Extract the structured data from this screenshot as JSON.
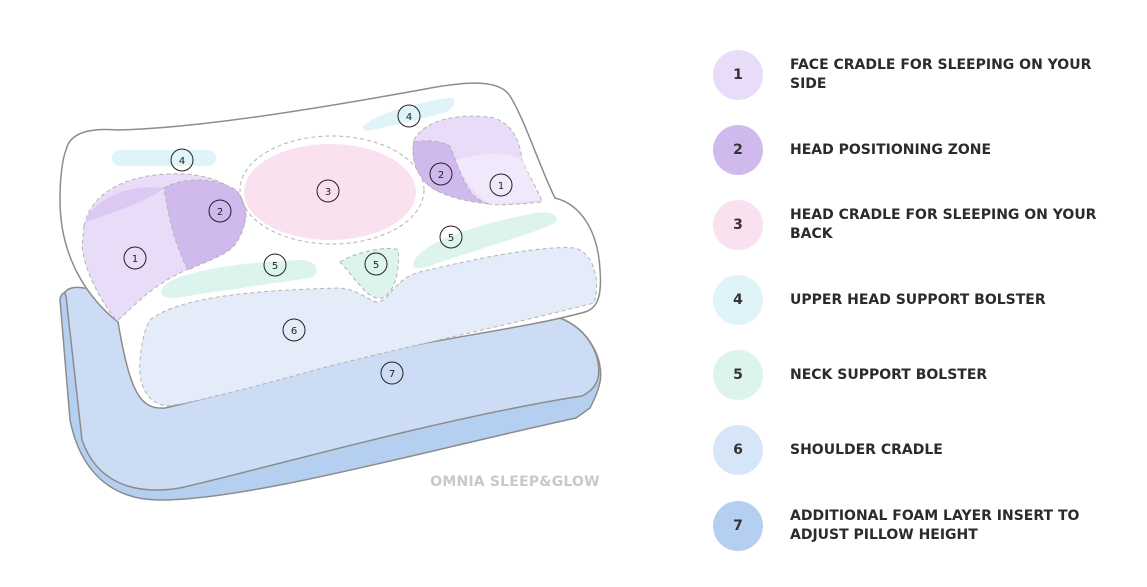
{
  "brand": "OMNIA SLEEP&GLOW",
  "colors": {
    "zone1": "#e9dcf8",
    "zone2": "#d0b9ec",
    "zone3": "#fae1ef",
    "zone4": "#dff3f9",
    "zone5": "#ddf4ee",
    "zone6": "#d6e5f7",
    "zone7": "#b5cff0",
    "outline": "#8c8c8c",
    "brand_text": "#c9c9cc"
  },
  "diagram_markers": [
    "1",
    "2",
    "3",
    "4",
    "5",
    "6",
    "7"
  ],
  "legend": [
    {
      "number": "1",
      "label": "FACE CRADLE FOR SLEEPING ON YOUR SIDE"
    },
    {
      "number": "2",
      "label": "HEAD POSITIONING ZONE"
    },
    {
      "number": "3",
      "label": "HEAD CRADLE FOR SLEEPING ON YOUR BACK"
    },
    {
      "number": "4",
      "label": "UPPER HEAD SUPPORT BOLSTER"
    },
    {
      "number": "5",
      "label": "NECK SUPPORT BOLSTER"
    },
    {
      "number": "6",
      "label": "SHOULDER CRADLE"
    },
    {
      "number": "7",
      "label": "ADDITIONAL FOAM LAYER INSERT TO ADJUST PILLOW HEIGHT"
    }
  ]
}
